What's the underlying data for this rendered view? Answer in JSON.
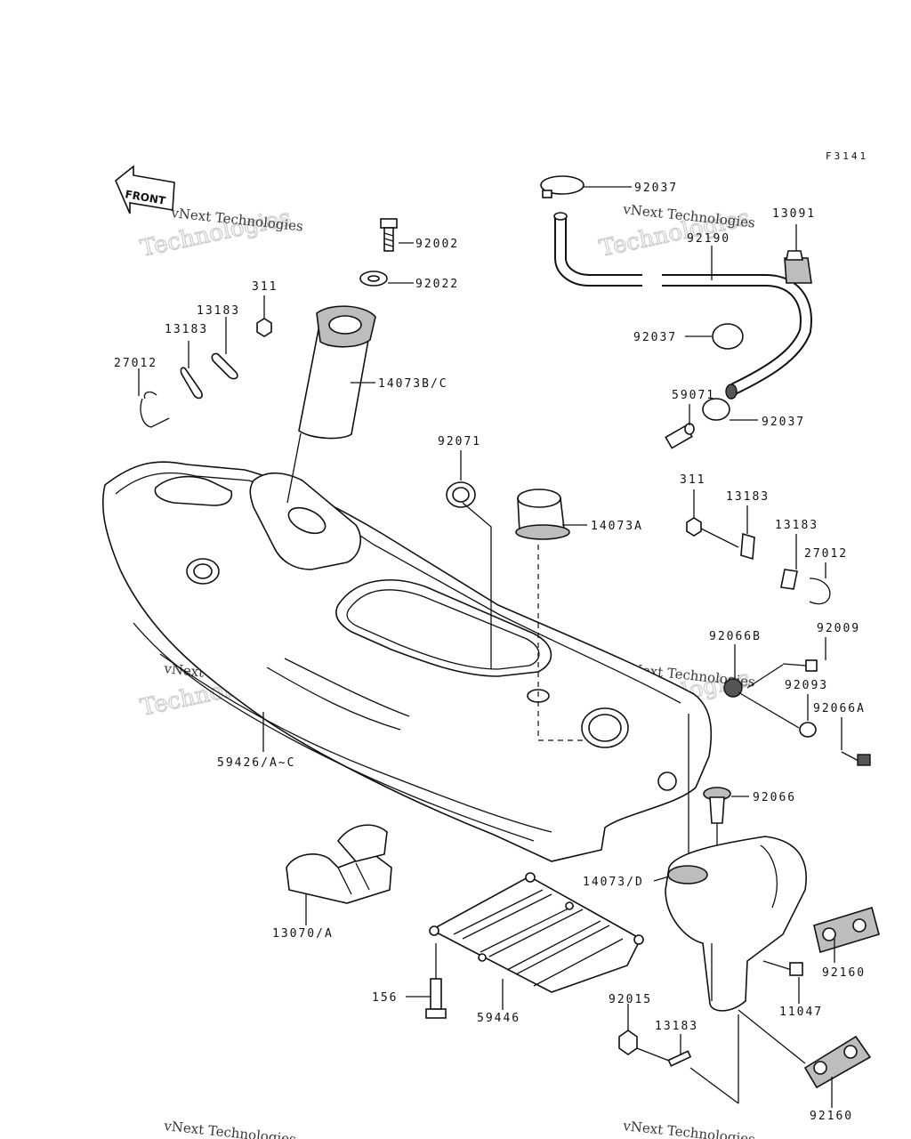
{
  "diagram": {
    "code": "F3141",
    "front_label": "FRONT",
    "watermark": {
      "line1": "vNext Technologies",
      "line2": "Technologies"
    },
    "labels": {
      "p92037a": "92037",
      "p13091": "13091",
      "p92190": "92190",
      "p92037b": "92037",
      "p59071": "59071",
      "p92037c": "92037",
      "p92002": "92002",
      "p92022": "92022",
      "p311a": "311",
      "p13183a": "13183",
      "p13183b": "13183",
      "p27012a": "27012",
      "p14073bc": "14073B/C",
      "p92071": "92071",
      "p14073a": "14073A",
      "p311b": "311",
      "p13183c": "13183",
      "p13183d": "13183",
      "p27012b": "27012",
      "p92066b": "92066B",
      "p92009": "92009",
      "p92093": "92093",
      "p92066a": "92066A",
      "p59426": "59426/A~C",
      "p92066": "92066",
      "p14073d": "14073/D",
      "p13070": "13070/A",
      "p92160a": "92160",
      "p11047": "11047",
      "p156": "156",
      "p59446": "59446",
      "p92015": "92015",
      "p13183e": "13183",
      "p92160b": "92160"
    }
  }
}
